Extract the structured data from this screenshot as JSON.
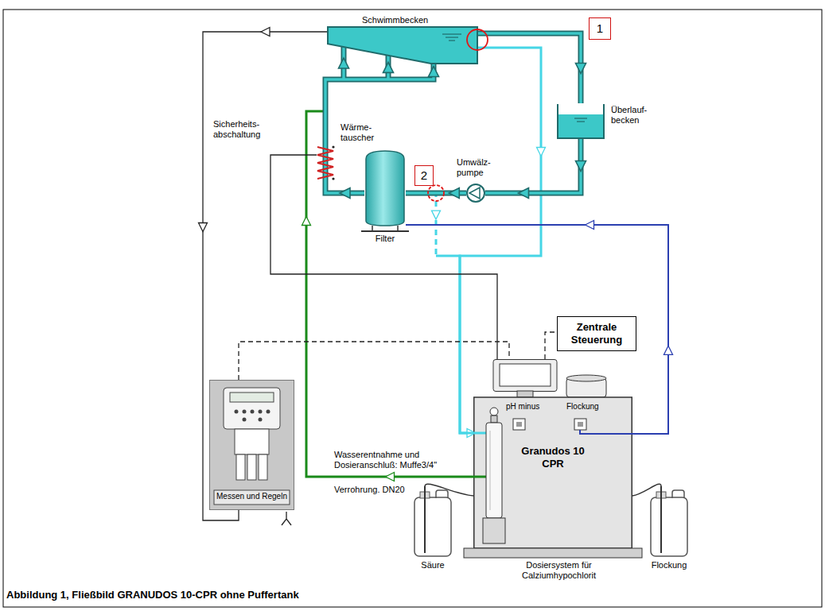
{
  "diagram": {
    "caption": "Abbildung 1, Fließbild GRANUDOS 10-CPR ohne Puffertank",
    "nodes": [
      {
        "text": [
          "Schwimmbecken"
        ]
      },
      {
        "text": [
          "Überlauf- becken"
        ]
      },
      {
        "text": [
          "Umwälz- pumpe"
        ]
      },
      {
        "text": [
          "Filter"
        ]
      },
      {
        "text": [
          "Wärme- tauscher"
        ]
      },
      {
        "text": [
          "Messen und Regeln"
        ]
      },
      {
        "text": [
          "Zentrale Steuerung"
        ]
      },
      {
        "text": [
          "Granudos 10 CPR"
        ]
      },
      {
        "text": [
          "Säure"
        ]
      },
      {
        "text": [
          "Flockung"
        ]
      }
    ],
    "edges": [
      {
        "from": 0,
        "to": 1,
        "arrow": "to"
      },
      {
        "from": 1,
        "to": 2,
        "arrow": "to"
      },
      {
        "from": 2,
        "to": 3,
        "arrow": "to"
      },
      {
        "from": 3,
        "to": 4,
        "arrow": "to"
      },
      {
        "from": 4,
        "to": 0,
        "arrow": "to"
      },
      {
        "from": 0,
        "to": 7,
        "arrow": "to"
      },
      {
        "from": 2,
        "to": 7,
        "arrow": "to"
      },
      {
        "from": 7,
        "to": 3,
        "arrow": "to"
      },
      {
        "from": 7,
        "to": 0,
        "arrow": "to"
      },
      {
        "from": 0,
        "to": 5,
        "arrow": "to"
      },
      {
        "from": 4,
        "to": 7,
        "arrow": "none"
      },
      {
        "from": 5,
        "to": 7,
        "arrow": "none"
      },
      {
        "from": 7,
        "to": 6,
        "arrow": "none"
      }
    ],
    "labels": [
      "1",
      "2",
      "Sicherheits- abschaltung",
      "pH minus",
      "Flockung",
      "Wasserentnahme und Dosieranschluß: Muffe3/4\"",
      "Verrohrung. DN20",
      "Dosiersystem für Calziumhypochlorit"
    ]
  }
}
